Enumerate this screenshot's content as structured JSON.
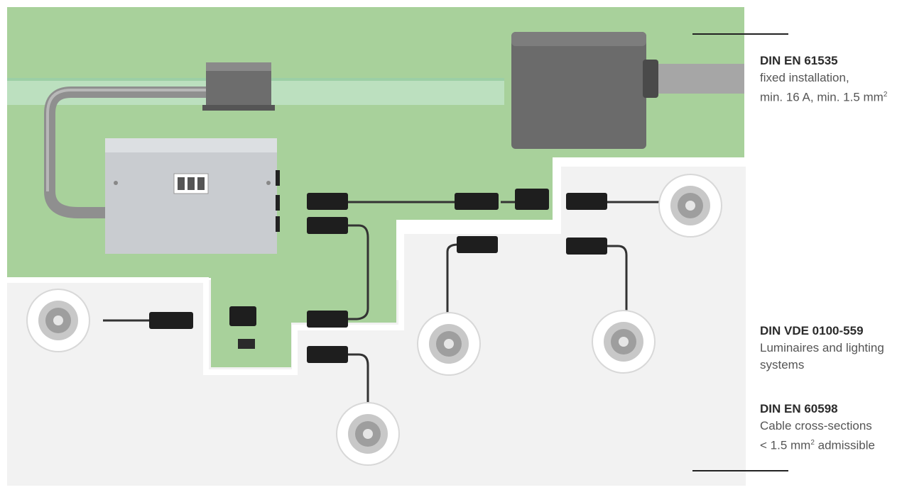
{
  "zones": {
    "fixed_installation_color": "#a8d19b",
    "luminaire_zone_color": "#f2f2f2"
  },
  "labels": {
    "fixed": {
      "standard": "DIN EN 61535",
      "line1": "fixed installation,",
      "line2_prefix": "min. 16 A, min. 1.5 mm",
      "line2_sup": "2"
    },
    "vde": {
      "standard": "DIN VDE 0100-559",
      "line1": "Luminaires and lighting",
      "line2": "systems"
    },
    "en60598": {
      "standard": "DIN EN 60598",
      "line1": "Cable cross-sections",
      "line2_prefix": "< 1.5 mm",
      "line2_sup": "2",
      "line2_suffix": " admissible"
    }
  }
}
